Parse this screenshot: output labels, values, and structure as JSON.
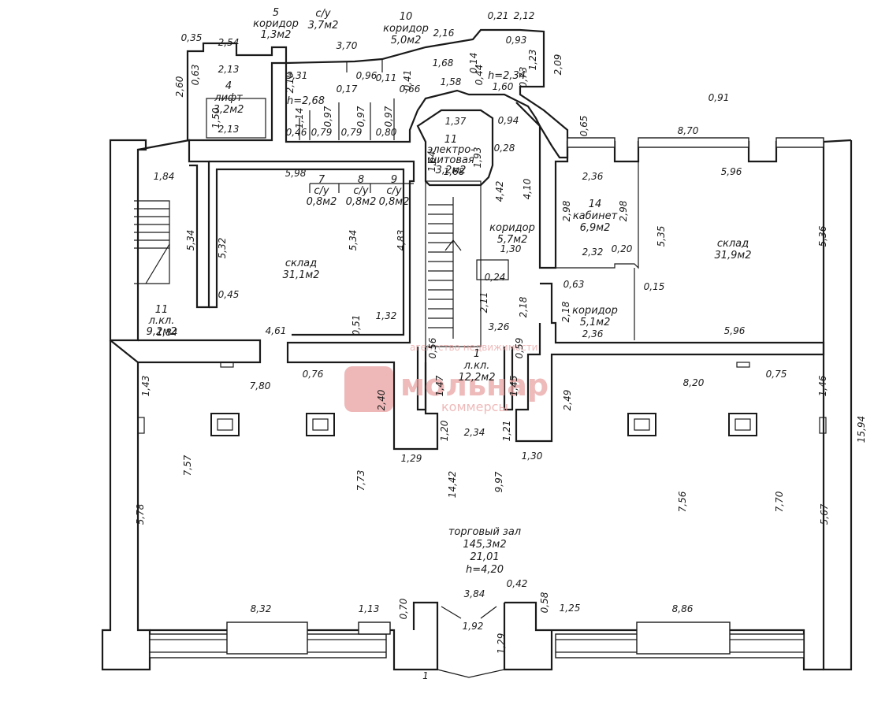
{
  "rooms": [
    {
      "id": "r5",
      "lines": [
        "5",
        "коридор",
        "1,3м2"
      ]
    },
    {
      "id": "r_su",
      "lines": [
        "с/у",
        "3,7м2"
      ]
    },
    {
      "id": "r10",
      "lines": [
        "10",
        "коридор",
        "5,0м2"
      ]
    },
    {
      "id": "r4",
      "lines": [
        "4",
        "лифт",
        "3,2м2"
      ]
    },
    {
      "id": "r_h268",
      "lines": [
        "h=2,68"
      ]
    },
    {
      "id": "r_el",
      "lines": [
        "11",
        "электро-",
        "щитовая",
        "3,2м2"
      ]
    },
    {
      "id": "r_h234",
      "lines": [
        "h=2,34"
      ]
    },
    {
      "id": "r7",
      "lines": [
        "7",
        "с/у",
        "0,8м2"
      ]
    },
    {
      "id": "r8",
      "lines": [
        "8",
        "с/у",
        "0,8м2"
      ]
    },
    {
      "id": "r9",
      "lines": [
        "9",
        "с/у",
        "0,8м2"
      ]
    },
    {
      "id": "r_sklad_l",
      "lines": [
        "склад",
        "31,1м2"
      ]
    },
    {
      "id": "r_kor57",
      "lines": [
        "коридор",
        "5,7м2"
      ]
    },
    {
      "id": "r14",
      "lines": [
        "14",
        "кабинет",
        "6,9м2"
      ]
    },
    {
      "id": "r_sklad_r",
      "lines": [
        "склад",
        "31,9м2"
      ]
    },
    {
      "id": "r_lkl_l",
      "lines": [
        "11",
        "л.кл.",
        "9,2м2"
      ]
    },
    {
      "id": "r_kor51",
      "lines": [
        "коридор",
        "5,1м2"
      ]
    },
    {
      "id": "r_lkl_c",
      "lines": [
        "1",
        "л.кл.",
        "12,2м2"
      ]
    },
    {
      "id": "r_zal",
      "lines": [
        "торговый зал",
        "145,3м2",
        "21,01",
        "h=4,20"
      ]
    }
  ],
  "dimensions": [
    "0,35",
    "2,54",
    "3,70",
    "2,16",
    "0,21",
    "2,12",
    "0,93",
    "2,60",
    "0,63",
    "2,13",
    "1,50",
    "2,13",
    "2,10",
    "3,31",
    "0,17",
    "0,96",
    "0,11",
    "1,14",
    "0,46",
    "0,97",
    "0,79",
    "0,97",
    "0,79",
    "0,97",
    "0,80",
    "0,41",
    "1,68",
    "0,66",
    "1,58",
    "1,60",
    "0,73",
    "1,23",
    "0,14",
    "0,44",
    "2,09",
    "0,91",
    "0,65",
    "0,94",
    "1,37",
    "1,64",
    "1,93",
    "0,28",
    "1,68",
    "8,70",
    "5,98",
    "5,96",
    "2,36",
    "4,42",
    "4,10",
    "2,98",
    "2,98",
    "1,84",
    "5,34",
    "5,32",
    "5,34",
    "4,83",
    "5,35",
    "5,36",
    "1,30",
    "2,32",
    "0,20",
    "0,24",
    "0,63",
    "0,15",
    "0,45",
    "2,11",
    "2,18",
    "2,18",
    "1,84",
    "4,61",
    "0,51",
    "1,32",
    "3,26",
    "2,36",
    "5,96",
    "0,56",
    "0,59",
    "7,80",
    "0,76",
    "8,20",
    "0,75",
    "1,43",
    "1,47",
    "1,45",
    "1,46",
    "2,40",
    "2,49",
    "1,20",
    "2,34",
    "1,21",
    "1,29",
    "1,30",
    "15,94",
    "7,57",
    "7,73",
    "14,42",
    "9,97",
    "7,56",
    "7,70",
    "5,78",
    "5,67",
    "3,84",
    "0,42",
    "8,32",
    "1,13",
    "0,70",
    "0,58",
    "1,25",
    "8,86",
    "1,92",
    "1,29",
    "1"
  ],
  "watermark": {
    "line1": "агентство недвижимости",
    "brand": "мольнар",
    "line2": "коммерсы",
    "color": "#e07070"
  },
  "colors": {
    "ink": "#1a1a1a",
    "paper": "#ffffff"
  }
}
